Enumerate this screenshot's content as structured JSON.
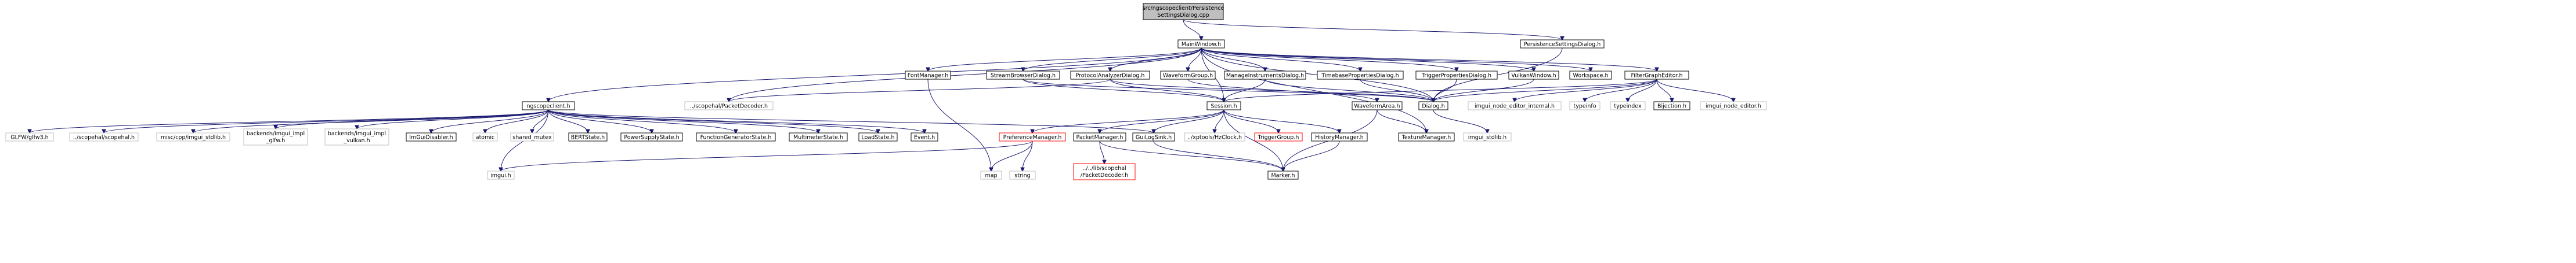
{
  "title": "src/ngscopeclient/PersistenceSettingsDialog.cpp",
  "colors": {
    "root_fill": "#bfbfbf",
    "node_fill": "#ffffff",
    "node_border": "#000000",
    "system_border": "#bfbfbf",
    "missing_border": "#ff0000",
    "missing_text": "#ff0000",
    "edge": "#191970"
  },
  "nodes": {
    "root": [
      "src/ngscopeclient/Persistence",
      "SettingsDialog.cpp"
    ],
    "MainWindow": "MainWindow.h",
    "PersistenceSettingsDialog": "PersistenceSettingsDialog.h",
    "ngscopeclient": "ngscopeclient.h",
    "FontManager": "FontManager.h",
    "StreamBrowserDialog": "StreamBrowserDialog.h",
    "ProtocolAnalyzerDialog": "ProtocolAnalyzerDialog.h",
    "WaveformGroup": "WaveformGroup.h",
    "ManageInstrumentsDialog": "ManageInstrumentsDialog.h",
    "TimebasePropertiesDialog": "TimebasePropertiesDialog.h",
    "TriggerPropertiesDialog": "TriggerPropertiesDialog.h",
    "VulkanWindow": "VulkanWindow.h",
    "Workspace": "Workspace.h",
    "FilterGraphEditor": "FilterGraphEditor.h",
    "GLFW": "GLFW/glfw3.h",
    "scopehal": "../scopehal/scopehal.h",
    "misc_imgui_stdlib": "misc/cpp/imgui_stdlib.h",
    "backends_glfw": [
      "backends/imgui_impl",
      "_glfw.h"
    ],
    "backends_vulkan": [
      "backends/imgui_impl",
      "_vulkan.h"
    ],
    "ImGuiDisabler": "ImGuiDisabler.h",
    "atomic": "atomic",
    "shared_mutex": "shared_mutex",
    "BERTState": "BERTState.h",
    "PowerSupplyState": "PowerSupplyState.h",
    "FunctionGeneratorState": "FunctionGeneratorState.h",
    "MultimeterState": "MultimeterState.h",
    "LoadState": "LoadState.h",
    "Event": "Event.h",
    "PacketDecoder_top": "../scopehal/PacketDecoder.h",
    "Session": "Session.h",
    "Dialog": "Dialog.h",
    "WaveformArea": "WaveformArea.h",
    "imgui_node_editor_internal": "imgui_node_editor_internal.h",
    "typeinfo": "typeinfo",
    "typeindex": "typeindex",
    "Bijection": "Bijection.h",
    "imgui_node_editor": "imgui_node_editor.h",
    "PreferenceManager": "PreferenceManager.h",
    "PacketManager": "PacketManager.h",
    "GuiLogSink": "GuiLogSink.h",
    "HzClock": "../xptools/HzClock.h",
    "TriggerGroup": "TriggerGroup.h",
    "HistoryManager": "HistoryManager.h",
    "TextureManager": "TextureManager.h",
    "imgui_stdlib": "imgui_stdlib.h",
    "imgui": "imgui.h",
    "map": "map",
    "string": "string",
    "PacketDecoder_bottom": [
      "../../lib/scopehal",
      "/PacketDecoder.h"
    ],
    "Marker": "Marker.h"
  }
}
